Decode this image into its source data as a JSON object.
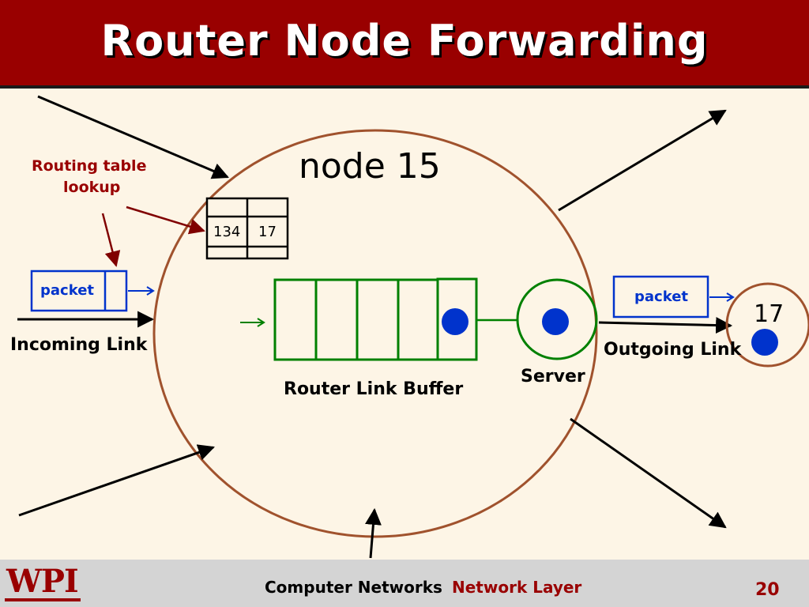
{
  "slide": {
    "title": "Router Node Forwarding",
    "page_number": "20"
  },
  "diagram": {
    "node_label": "node 15",
    "routing_label_line1": "Routing table",
    "routing_label_line2": "lookup",
    "routing_table": {
      "destination": "134",
      "next_hop": "17"
    },
    "incoming_packet": "packet",
    "outgoing_packet": "packet",
    "incoming_link": "Incoming Link",
    "outgoing_link": "Outgoing Link",
    "buffer_label": "Router Link Buffer",
    "server_label": "Server",
    "next_node_label": "17"
  },
  "footer": {
    "course": "Computer Networks",
    "topic": "Network Layer",
    "logo": "WPI"
  },
  "colors": {
    "title_bar": "#990000",
    "router_circle": "#a0522d",
    "buffer": "#008000",
    "packet_box": "#0033cc",
    "routing_label": "#990000",
    "packet_dot": "#0033cc"
  }
}
